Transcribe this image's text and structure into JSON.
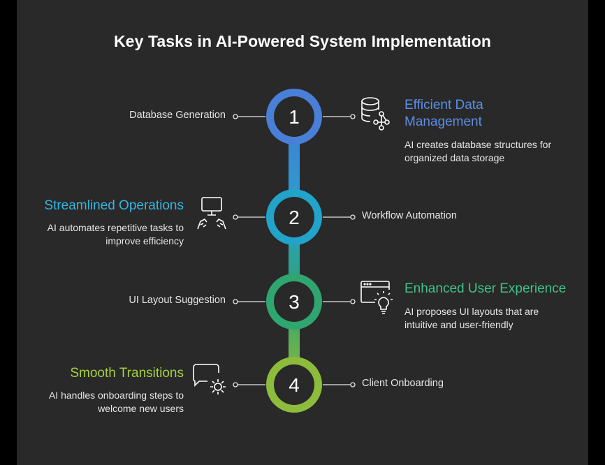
{
  "title": "Key Tasks in AI-Powered System Implementation",
  "colors": {
    "background": "#292929",
    "step1": "#4a7fd8",
    "step2": "#22a3c9",
    "step3": "#2fa66f",
    "step4": "#8dbc3c",
    "connector_top": "#3f7fd6",
    "connector_bottom": "#8dbc3c"
  },
  "steps": [
    {
      "number": "1",
      "task": "Database Generation",
      "heading_line1": "Efficient Data",
      "heading_line2": "Management",
      "desc_line1": "AI creates database structures for",
      "desc_line2": "organized data storage",
      "icon": "database-network-icon",
      "heading_color": "#5b8ee6"
    },
    {
      "number": "2",
      "task": "Workflow Automation",
      "heading": "Streamlined Operations",
      "desc_line1": "AI automates repetitive tasks to",
      "desc_line2": "improve efficiency",
      "icon": "computer-hands-icon",
      "heading_color": "#33b5e0"
    },
    {
      "number": "3",
      "task": "UI Layout Suggestion",
      "heading": "Enhanced User Experience",
      "desc_line1": "AI proposes UI layouts that are",
      "desc_line2": "intuitive and user-friendly",
      "icon": "browser-lightbulb-icon",
      "heading_color": "#3cc48a"
    },
    {
      "number": "4",
      "task": "Client Onboarding",
      "heading": "Smooth Transitions",
      "desc_line1": "AI handles onboarding steps to",
      "desc_line2": "welcome new users",
      "icon": "chat-gear-icon",
      "heading_color": "#a6cf3f"
    }
  ]
}
